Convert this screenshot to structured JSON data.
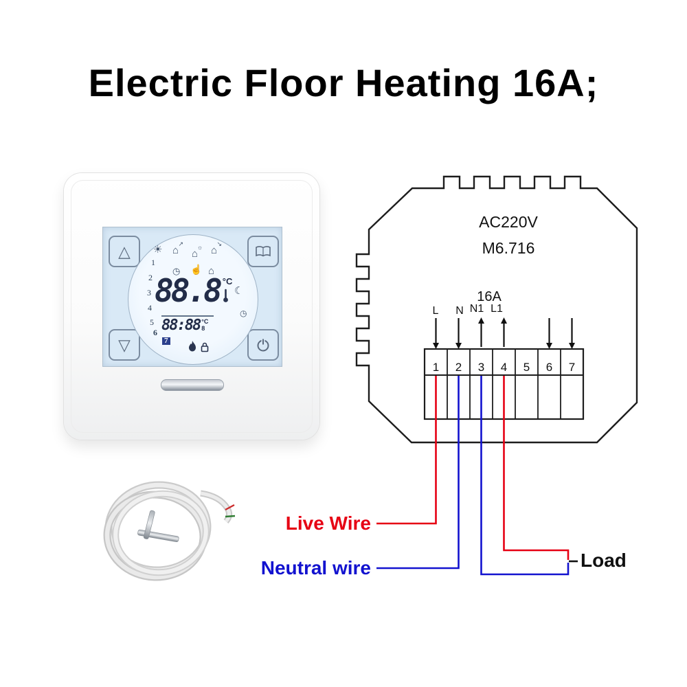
{
  "title": "Electric Floor Heating 16A;",
  "thermostat": {
    "display": {
      "main_temp": "88.8",
      "main_unit": "°C",
      "time": "88:88",
      "time_unit": "°C",
      "time_sub": "8",
      "days": [
        "1",
        "2",
        "3",
        "4",
        "5",
        "6",
        "7"
      ]
    },
    "icons": {
      "up_triangle": "△",
      "down_triangle": "▽",
      "sun": "☀",
      "house": "⌂",
      "house_mark_up": "↗",
      "house_mark_sun": "☼",
      "house_mark_down": "↘",
      "clock": "◷",
      "hand": "☝",
      "moon": "☾",
      "timer": "◷"
    }
  },
  "wiring": {
    "voltage": "AC220V",
    "model": "M6.716",
    "current": "16A",
    "pin_labels": [
      "L",
      "N",
      "N1",
      "L1"
    ],
    "terminals": [
      "1",
      "2",
      "3",
      "4",
      "5",
      "6",
      "7"
    ]
  },
  "annotations": {
    "live": "Live Wire",
    "neutral": "Neutral wire",
    "load": "Load"
  },
  "colors": {
    "live_red": "#e60013",
    "neutral_blue": "#1212cf",
    "load_black": "#111111",
    "lcd_blue": "#d9e9f6"
  }
}
